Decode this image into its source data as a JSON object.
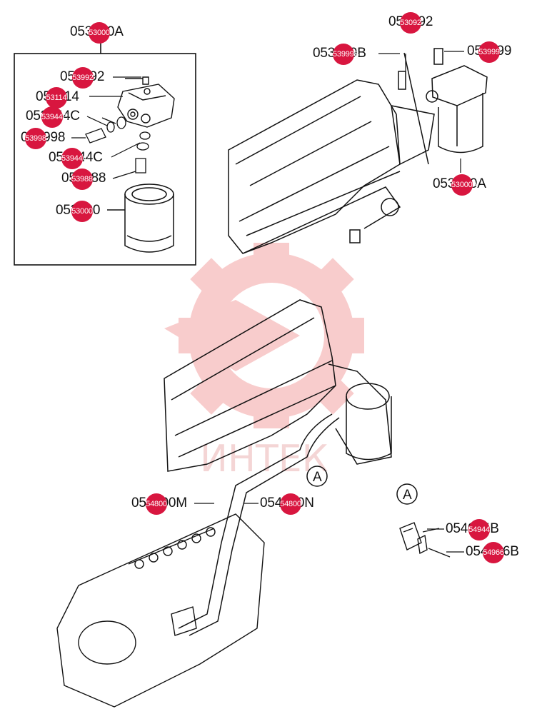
{
  "watermark": {
    "text": "ИНТЕК",
    "color": "#f3b5b5"
  },
  "colors": {
    "line": "#111111",
    "marker": "#d8163f"
  },
  "view_labels": [
    "A",
    "A"
  ],
  "callouts": [
    {
      "id": "c1",
      "code": "053000A",
      "marker": "53000"
    },
    {
      "id": "c2",
      "code": "053992",
      "marker": "53992"
    },
    {
      "id": "c3",
      "code": "053114",
      "marker": "53114"
    },
    {
      "id": "c4",
      "code": "053944C",
      "marker": "53944C"
    },
    {
      "id": "c5",
      "code": "053998",
      "marker": "53998"
    },
    {
      "id": "c6",
      "code": "053944C",
      "marker": "53944C"
    },
    {
      "id": "c7",
      "code": "053988",
      "marker": "53988"
    },
    {
      "id": "c8",
      "code": "053000",
      "marker": "53000"
    },
    {
      "id": "c9",
      "code": "053992",
      "marker": "53092"
    },
    {
      "id": "c10",
      "code": "053999B",
      "marker": "53999B"
    },
    {
      "id": "c11",
      "code": "053999",
      "marker": "53999"
    },
    {
      "id": "c12",
      "code": "053000A",
      "marker": "53000A"
    },
    {
      "id": "c13",
      "code": "054800M",
      "marker": "54800"
    },
    {
      "id": "c14",
      "code": "054800N",
      "marker": "54800"
    },
    {
      "id": "c15",
      "code": "054944B",
      "marker": "54944"
    },
    {
      "id": "c16",
      "code": "054966B",
      "marker": "54966"
    }
  ]
}
